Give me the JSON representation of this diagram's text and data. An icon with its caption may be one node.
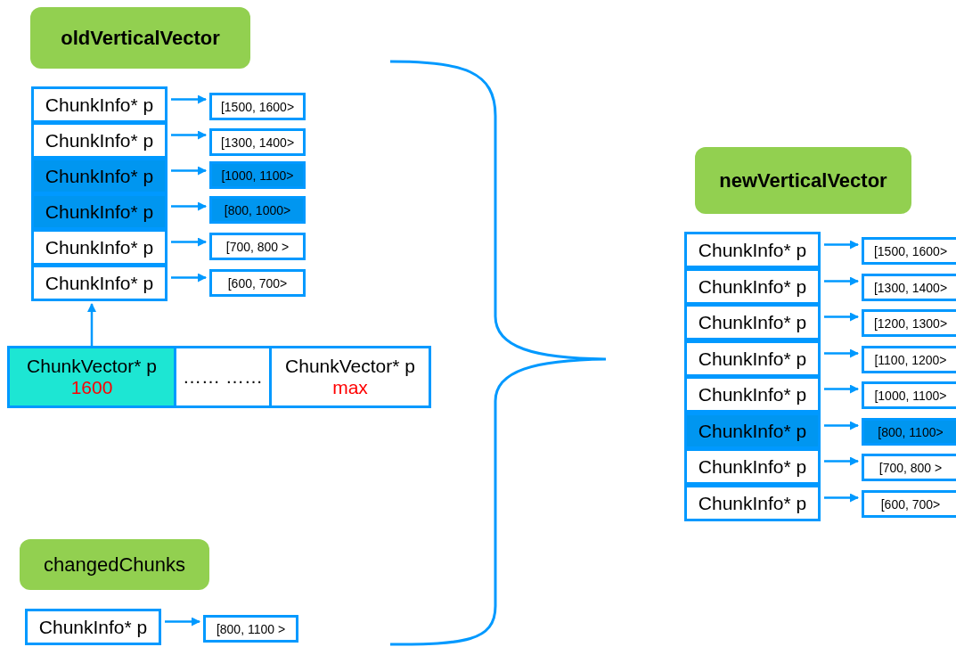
{
  "diagram": {
    "nodes": [
      {
        "text": [
          "oldVerticalVector"
        ]
      },
      {
        "text": [
          "ChunkInfo* p"
        ]
      },
      {
        "text": [
          "ChunkInfo* p"
        ]
      },
      {
        "text": [
          "ChunkInfo* p"
        ]
      },
      {
        "text": [
          "ChunkInfo* p"
        ]
      },
      {
        "text": [
          "ChunkInfo* p"
        ]
      },
      {
        "text": [
          "ChunkInfo* p"
        ]
      },
      {
        "text": [
          "[1500, 1600>"
        ]
      },
      {
        "text": [
          "[1300, 1400>"
        ]
      },
      {
        "text": [
          "[1000, 1100>"
        ]
      },
      {
        "text": [
          "[800, 1000>"
        ]
      },
      {
        "text": [
          "[700, 800 >"
        ]
      },
      {
        "text": [
          "[600, 700>"
        ]
      },
      {
        "text": [
          "ChunkVector* p",
          "1600"
        ]
      },
      {
        "text": [
          "…… ……"
        ]
      },
      {
        "text": [
          "ChunkVector* p",
          "max"
        ]
      },
      {
        "text": [
          "newVerticalVector"
        ]
      },
      {
        "text": [
          "ChunkInfo* p"
        ]
      },
      {
        "text": [
          "ChunkInfo* p"
        ]
      },
      {
        "text": [
          "ChunkInfo* p"
        ]
      },
      {
        "text": [
          "ChunkInfo* p"
        ]
      },
      {
        "text": [
          "ChunkInfo* p"
        ]
      },
      {
        "text": [
          "ChunkInfo* p"
        ]
      },
      {
        "text": [
          "ChunkInfo* p"
        ]
      },
      {
        "text": [
          "ChunkInfo* p"
        ]
      },
      {
        "text": [
          "[1500, 1600>"
        ]
      },
      {
        "text": [
          "[1300, 1400>"
        ]
      },
      {
        "text": [
          "[1200, 1300>"
        ]
      },
      {
        "text": [
          "[1100, 1200>"
        ]
      },
      {
        "text": [
          "[1000, 1100>"
        ]
      },
      {
        "text": [
          "[800, 1100>"
        ]
      },
      {
        "text": [
          "[700, 800 >"
        ]
      },
      {
        "text": [
          "[600, 700>"
        ]
      },
      {
        "text": [
          "changedChunks"
        ]
      },
      {
        "text": [
          "ChunkInfo* p"
        ]
      },
      {
        "text": [
          "[800, 1100 >"
        ]
      }
    ],
    "edges": [
      {
        "from": 1,
        "to": 7,
        "arrow": "to"
      },
      {
        "from": 2,
        "to": 8,
        "arrow": "to"
      },
      {
        "from": 3,
        "to": 9,
        "arrow": "to"
      },
      {
        "from": 4,
        "to": 10,
        "arrow": "to"
      },
      {
        "from": 5,
        "to": 11,
        "arrow": "to"
      },
      {
        "from": 6,
        "to": 12,
        "arrow": "to"
      },
      {
        "from": 13,
        "to": 6,
        "arrow": "to"
      },
      {
        "from": 17,
        "to": 25,
        "arrow": "to"
      },
      {
        "from": 18,
        "to": 26,
        "arrow": "to"
      },
      {
        "from": 19,
        "to": 27,
        "arrow": "to"
      },
      {
        "from": 20,
        "to": 28,
        "arrow": "to"
      },
      {
        "from": 21,
        "to": 29,
        "arrow": "to"
      },
      {
        "from": 22,
        "to": 30,
        "arrow": "to"
      },
      {
        "from": 23,
        "to": 31,
        "arrow": "to"
      },
      {
        "from": 24,
        "to": 32,
        "arrow": "to"
      },
      {
        "from": 34,
        "to": 35,
        "arrow": "to"
      }
    ]
  }
}
